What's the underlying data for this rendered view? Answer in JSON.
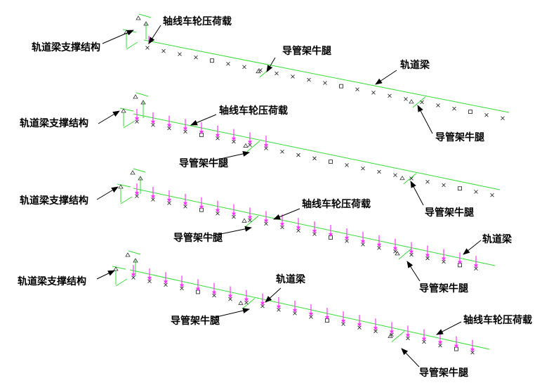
{
  "labels": {
    "support": "轨道梁支撑结构",
    "load": "轴线车轮压荷载",
    "bracket": "导管架牛腿",
    "rail": "轨道梁"
  },
  "colors": {
    "rail": "#33dd33",
    "load": "#ff33ff",
    "node": "#333333",
    "arrow": "#000000"
  },
  "panels": [
    {
      "name": "stage-1",
      "load_fraction": 0.0
    },
    {
      "name": "stage-2",
      "load_fraction": 0.4
    },
    {
      "name": "stage-3",
      "load_fraction": 1.0
    },
    {
      "name": "stage-4",
      "load_fraction": 1.0
    }
  ],
  "annotations": [
    {
      "panel": 0,
      "key": "support"
    },
    {
      "panel": 0,
      "key": "load"
    },
    {
      "panel": 0,
      "key": "bracket"
    },
    {
      "panel": 0,
      "key": "rail"
    },
    {
      "panel": 0,
      "key": "bracket"
    },
    {
      "panel": 1,
      "key": "support"
    },
    {
      "panel": 1,
      "key": "load"
    },
    {
      "panel": 1,
      "key": "bracket"
    },
    {
      "panel": 1,
      "key": "bracket"
    },
    {
      "panel": 2,
      "key": "support"
    },
    {
      "panel": 2,
      "key": "load"
    },
    {
      "panel": 2,
      "key": "bracket"
    },
    {
      "panel": 2,
      "key": "rail"
    },
    {
      "panel": 2,
      "key": "bracket"
    },
    {
      "panel": 3,
      "key": "support"
    },
    {
      "panel": 3,
      "key": "rail"
    },
    {
      "panel": 3,
      "key": "bracket"
    },
    {
      "panel": 3,
      "key": "load"
    },
    {
      "panel": 3,
      "key": "bracket"
    }
  ]
}
